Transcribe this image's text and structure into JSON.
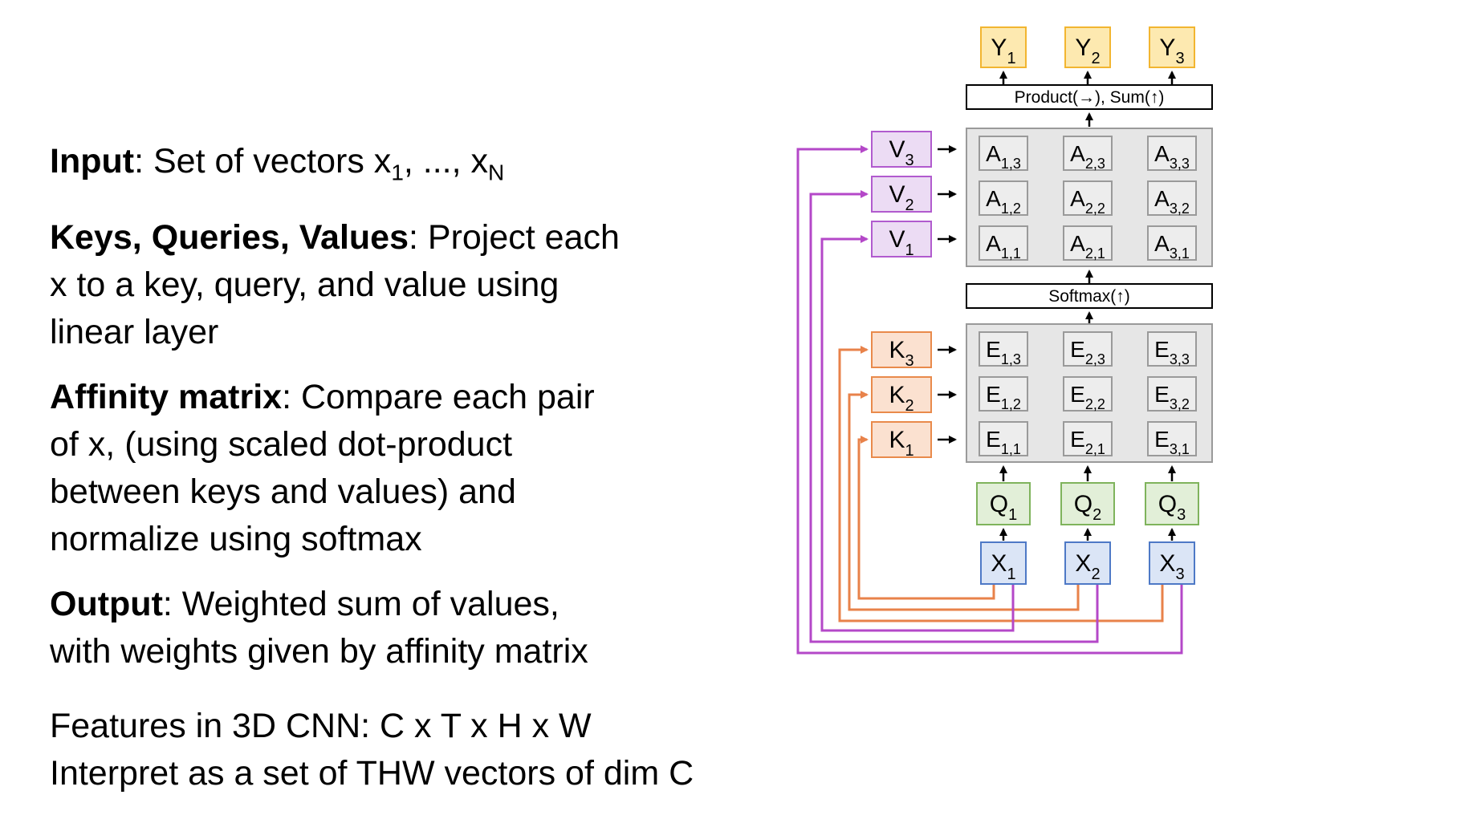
{
  "text_panel": {
    "input": {
      "label": "Input",
      "text": ": Set of vectors x",
      "sub1": "1",
      "mid": ", ..., x",
      "subN": "N"
    },
    "kqv": {
      "label": "Keys, Queries, Values",
      "text": ": Project each x to a key, query, and value using linear layer"
    },
    "affinity": {
      "label": "Affinity matrix",
      "text": ": Compare each pair of x, (using scaled dot-product between keys and values) and normalize using softmax"
    },
    "output": {
      "label": "Output",
      "text": ": Weighted sum of values, with weights given by affinity matrix"
    },
    "features_line1": "Features in 3D CNN: C x T x H x W",
    "features_line2": "Interpret as a set of THW vectors of dim C"
  },
  "diagram": {
    "outputs": [
      {
        "base": "Y",
        "sub": "1"
      },
      {
        "base": "Y",
        "sub": "2"
      },
      {
        "base": "Y",
        "sub": "3"
      }
    ],
    "product_sum_label": "Product(→),   Sum(↑)",
    "softmax_label": "Softmax(↑)",
    "values": [
      {
        "base": "V",
        "sub": "3"
      },
      {
        "base": "V",
        "sub": "2"
      },
      {
        "base": "V",
        "sub": "1"
      }
    ],
    "keys": [
      {
        "base": "K",
        "sub": "3"
      },
      {
        "base": "K",
        "sub": "2"
      },
      {
        "base": "K",
        "sub": "1"
      }
    ],
    "attention_rows": [
      [
        {
          "base": "A",
          "sub": "1,3"
        },
        {
          "base": "A",
          "sub": "2,3"
        },
        {
          "base": "A",
          "sub": "3,3"
        }
      ],
      [
        {
          "base": "A",
          "sub": "1,2"
        },
        {
          "base": "A",
          "sub": "2,2"
        },
        {
          "base": "A",
          "sub": "3,2"
        }
      ],
      [
        {
          "base": "A",
          "sub": "1,1"
        },
        {
          "base": "A",
          "sub": "2,1"
        },
        {
          "base": "A",
          "sub": "3,1"
        }
      ]
    ],
    "energy_rows": [
      [
        {
          "base": "E",
          "sub": "1,3"
        },
        {
          "base": "E",
          "sub": "2,3"
        },
        {
          "base": "E",
          "sub": "3,3"
        }
      ],
      [
        {
          "base": "E",
          "sub": "1,2"
        },
        {
          "base": "E",
          "sub": "2,2"
        },
        {
          "base": "E",
          "sub": "3,2"
        }
      ],
      [
        {
          "base": "E",
          "sub": "1,1"
        },
        {
          "base": "E",
          "sub": "2,1"
        },
        {
          "base": "E",
          "sub": "3,1"
        }
      ]
    ],
    "queries": [
      {
        "base": "Q",
        "sub": "1"
      },
      {
        "base": "Q",
        "sub": "2"
      },
      {
        "base": "Q",
        "sub": "3"
      }
    ],
    "inputs": [
      {
        "base": "X",
        "sub": "1"
      },
      {
        "base": "X",
        "sub": "2"
      },
      {
        "base": "X",
        "sub": "3"
      }
    ],
    "colors": {
      "output_fill": "#fde9b0",
      "output_stroke": "#f2b530",
      "value_fill": "#ecdcf4",
      "value_stroke": "#b15bce",
      "key_fill": "#fbe1d0",
      "key_stroke": "#e98a4b",
      "query_fill": "#e2efd8",
      "query_stroke": "#7fb35c",
      "input_fill": "#dbe5f6",
      "input_stroke": "#4e79c6",
      "matrix_bg": "#e6e6e6",
      "matrix_stroke": "#9a9a9a",
      "cell_fill": "#ededed",
      "purple_wire": "#b448c8",
      "orange_wire": "#e8824a"
    }
  }
}
